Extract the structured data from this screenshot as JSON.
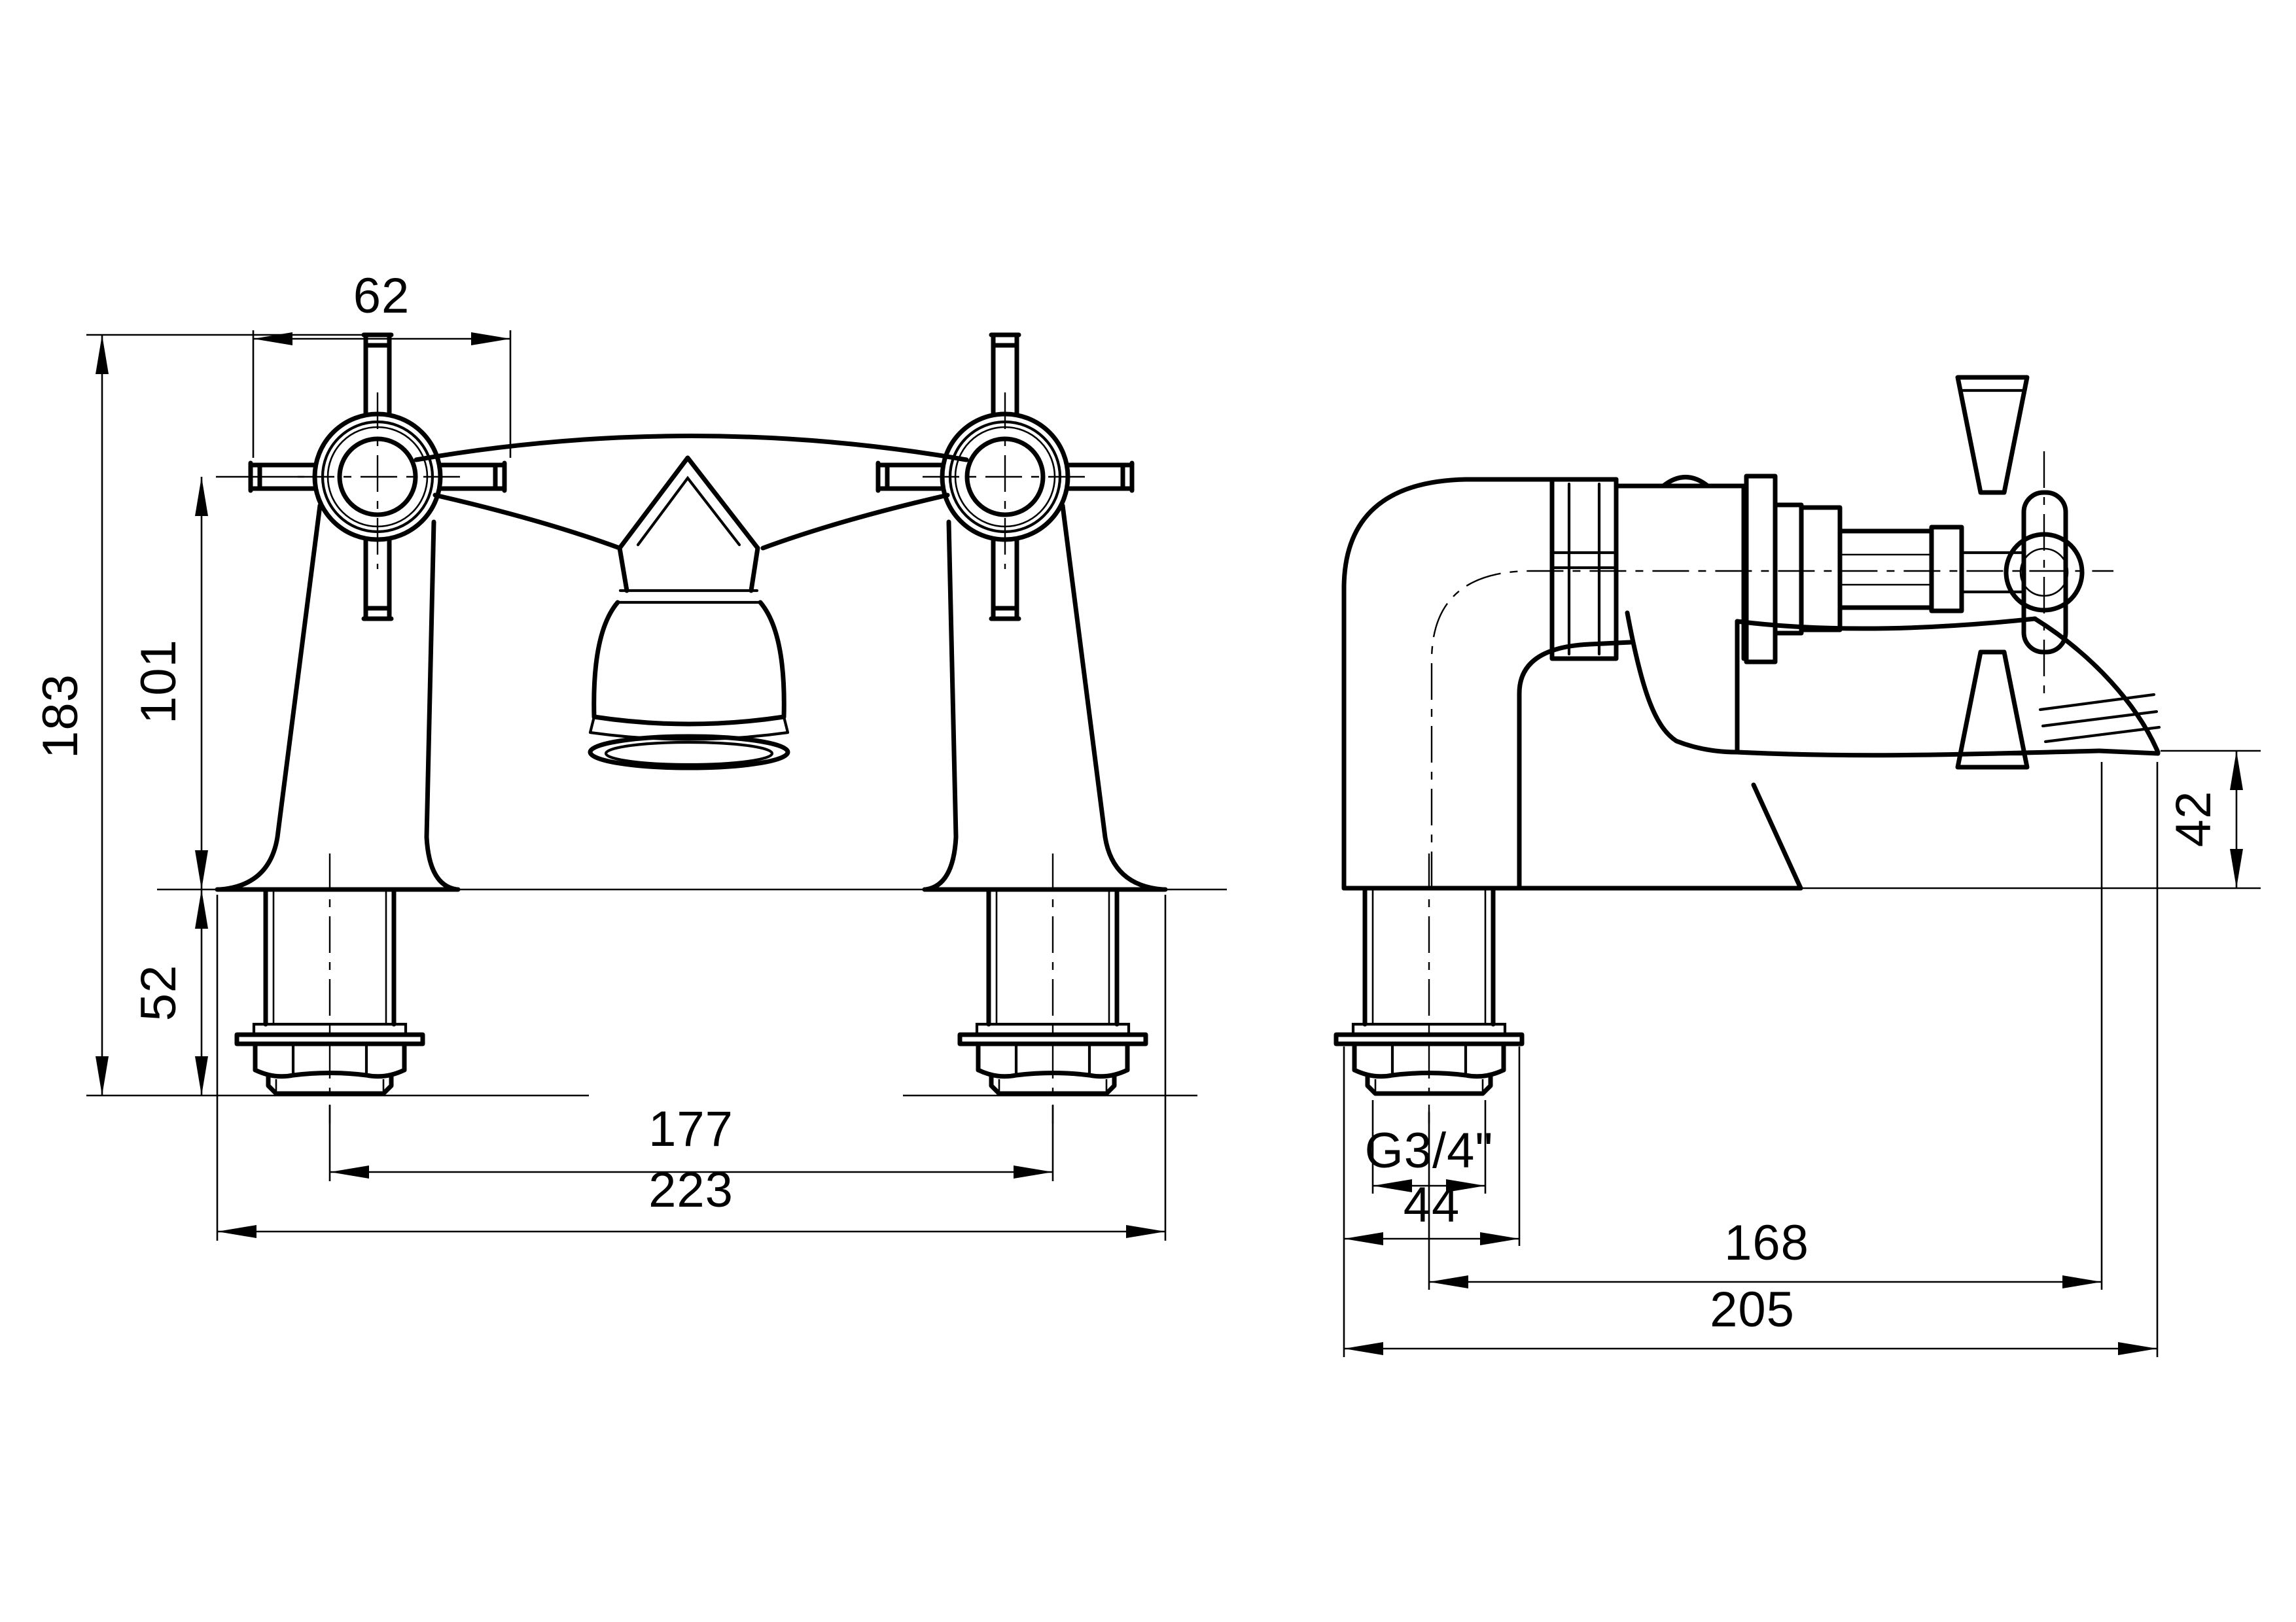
{
  "colors": {
    "background": "#ffffff",
    "line": "#000000"
  },
  "front_view": {
    "dim_handle_width": "62",
    "dim_total_height": "183",
    "dim_body_height": "101",
    "dim_shank_height": "52",
    "dim_inlet_centres": "177",
    "dim_overall_width": "223"
  },
  "side_view": {
    "dim_spout_clearance": "42",
    "dim_thread": "G3/4\"",
    "dim_inlet_depth": "44",
    "dim_spout_reach": "168",
    "dim_overall_depth": "205"
  }
}
